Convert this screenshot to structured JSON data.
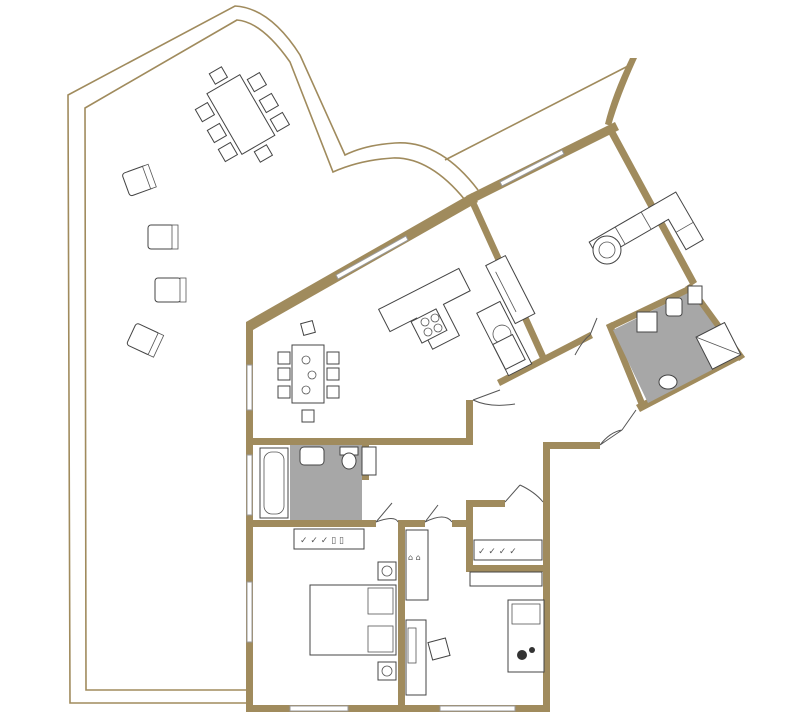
{
  "plan": {
    "wall_color": "#a08b5d",
    "wet_area_color": "#a7a7a7",
    "background": "#ffffff",
    "rooms": [
      {
        "id": "terrace",
        "furniture": [
          "dining-table",
          "chair",
          "lounge-chair"
        ]
      },
      {
        "id": "living-kitchen",
        "furniture": [
          "kitchen-island",
          "cooktop",
          "dining-table",
          "chair",
          "sink"
        ]
      },
      {
        "id": "living-room",
        "furniture": [
          "l-sofa",
          "round-coffee-table",
          "kitchen-counter"
        ]
      },
      {
        "id": "bathroom-1",
        "furniture": [
          "bathtub",
          "washbasin",
          "toilet",
          "washing-machine"
        ]
      },
      {
        "id": "bathroom-2",
        "furniture": [
          "shower",
          "washbasin",
          "toilet",
          "washing-machine"
        ]
      },
      {
        "id": "bedroom",
        "furniture": [
          "double-bed",
          "nightstand",
          "wardrobe"
        ]
      },
      {
        "id": "study",
        "furniture": [
          "desk",
          "chair",
          "shelf"
        ]
      },
      {
        "id": "dressing",
        "furniture": [
          "wardrobe",
          "shelf"
        ]
      }
    ]
  }
}
